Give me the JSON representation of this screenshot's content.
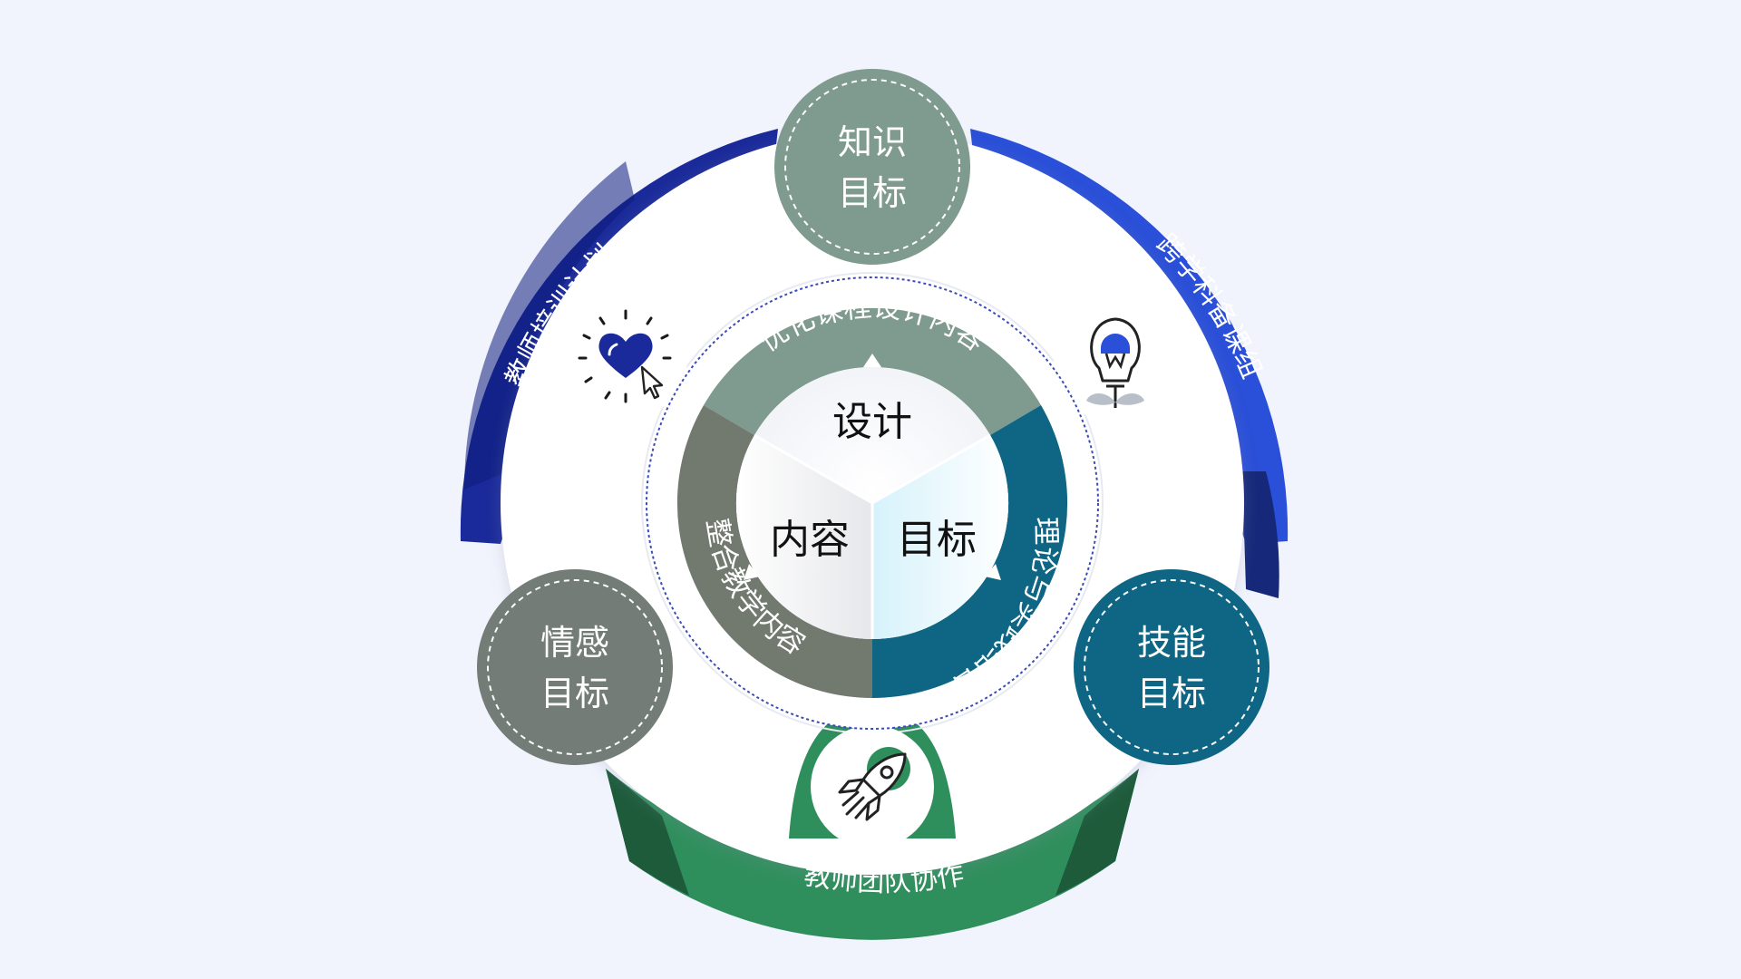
{
  "goals": {
    "knowledge": [
      "知识",
      "目标"
    ],
    "skill": [
      "技能",
      "目标"
    ],
    "emotion": [
      "情感",
      "目标"
    ]
  },
  "center": {
    "design": "设计",
    "content": "内容",
    "goal": "目标"
  },
  "ring": {
    "top": "优化课程设计内容",
    "right": "理论与实践结合",
    "left": "整合教学内容"
  },
  "outer": {
    "left": "教师培训计划",
    "right": "跨学科备课组",
    "bottom": "教师团队协作"
  },
  "icons": {
    "left": "heart-click-icon",
    "right": "lightbulb-plant-icon",
    "bottom": "rocket-icon"
  },
  "colors": {
    "background": "#f1f3fd",
    "band_left": "#1a2a9a",
    "band_right": "#2a4fd8",
    "band_bottom": "#2f8f5c",
    "knowledge": "#7f9a8e",
    "skill": "#0f6684",
    "emotion": "#737c76",
    "ring_gray": "#727a70"
  }
}
